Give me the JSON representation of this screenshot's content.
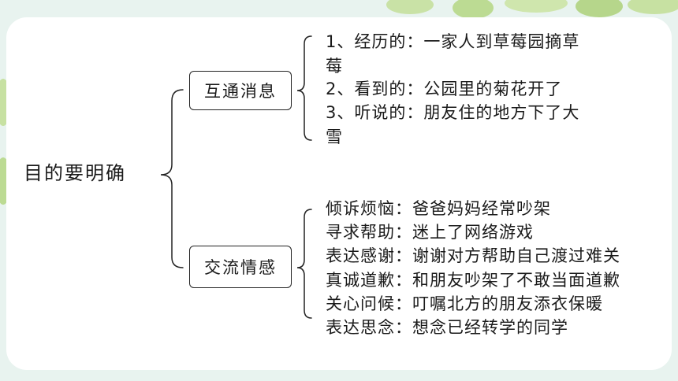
{
  "root": "目的要明确",
  "branches": [
    {
      "label": "互通消息",
      "items": [
        "1、经历的：一家人到草莓园摘草",
        "莓",
        "2、看到的：公园里的菊花开了",
        "3、听说的：朋友住的地方下了大",
        "雪"
      ]
    },
    {
      "label": "交流情感",
      "items": [
        "倾诉烦恼：爸爸妈妈经常吵架",
        "寻求帮助：迷上了网络游戏",
        "表达感谢：谢谢对方帮助自己渡过难关",
        "真诚道歉：和朋友吵架了不敢当面道歉",
        "关心问候：叮嘱北方的朋友添衣保暖",
        "表达思念：想念已经转学的同学"
      ]
    }
  ],
  "colors": {
    "background": "#e8f3ef",
    "card": "#ffffff",
    "leaf": "#b9d98f",
    "line": "#222222"
  }
}
